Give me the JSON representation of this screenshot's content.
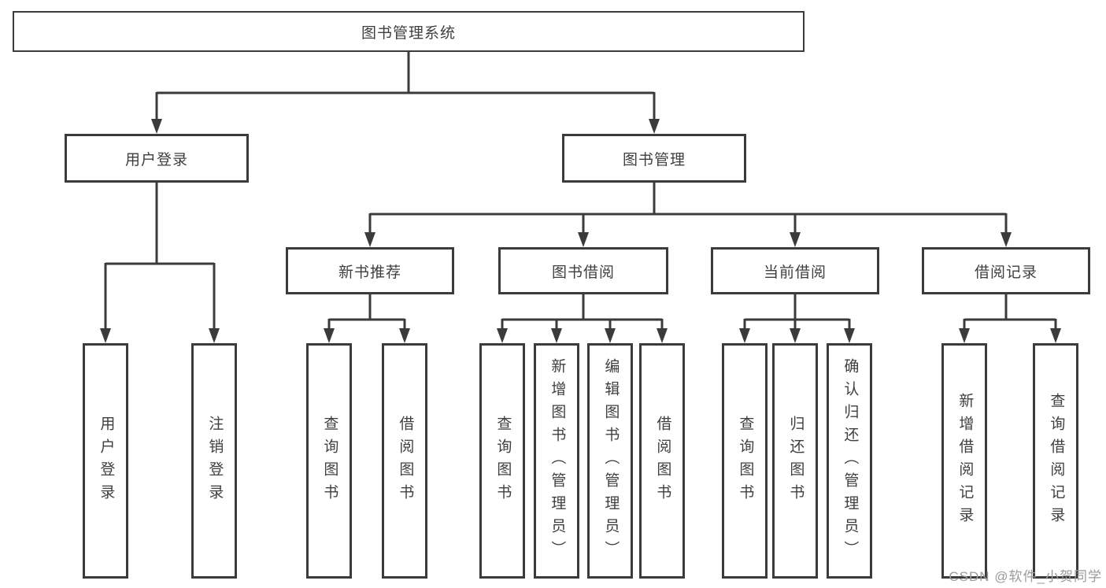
{
  "colors": {
    "line": "#3b3b3b",
    "box_border": "#3b3b3b",
    "box_background": "#ffffff",
    "text": "#3f3f3f",
    "watermark": "#9b9b9b",
    "page_background": "#ffffff"
  },
  "root": {
    "label": "图书管理系统"
  },
  "level2": {
    "user_login": {
      "label": "用户登录"
    },
    "book_management": {
      "label": "图书管理"
    }
  },
  "level3": {
    "new_books": {
      "label": "新书推荐"
    },
    "book_borrow": {
      "label": "图书借阅"
    },
    "current_borrow": {
      "label": "当前借阅"
    },
    "borrow_records": {
      "label": "借阅记录"
    }
  },
  "leaves": {
    "user_login": [
      "用户登录",
      "注销登录"
    ],
    "new_books": [
      "查询图书",
      "借阅图书"
    ],
    "book_borrow": [
      "查询图书",
      "新增图书（管理员）",
      "编辑图书（管理员）",
      "借阅图书"
    ],
    "current_borrow": [
      "查询图书",
      "归还图书",
      "确认归还（管理员）"
    ],
    "borrow_records": [
      "新增借阅记录",
      "查询借阅记录"
    ]
  },
  "watermark": "CSDN @软件_小贺同学"
}
